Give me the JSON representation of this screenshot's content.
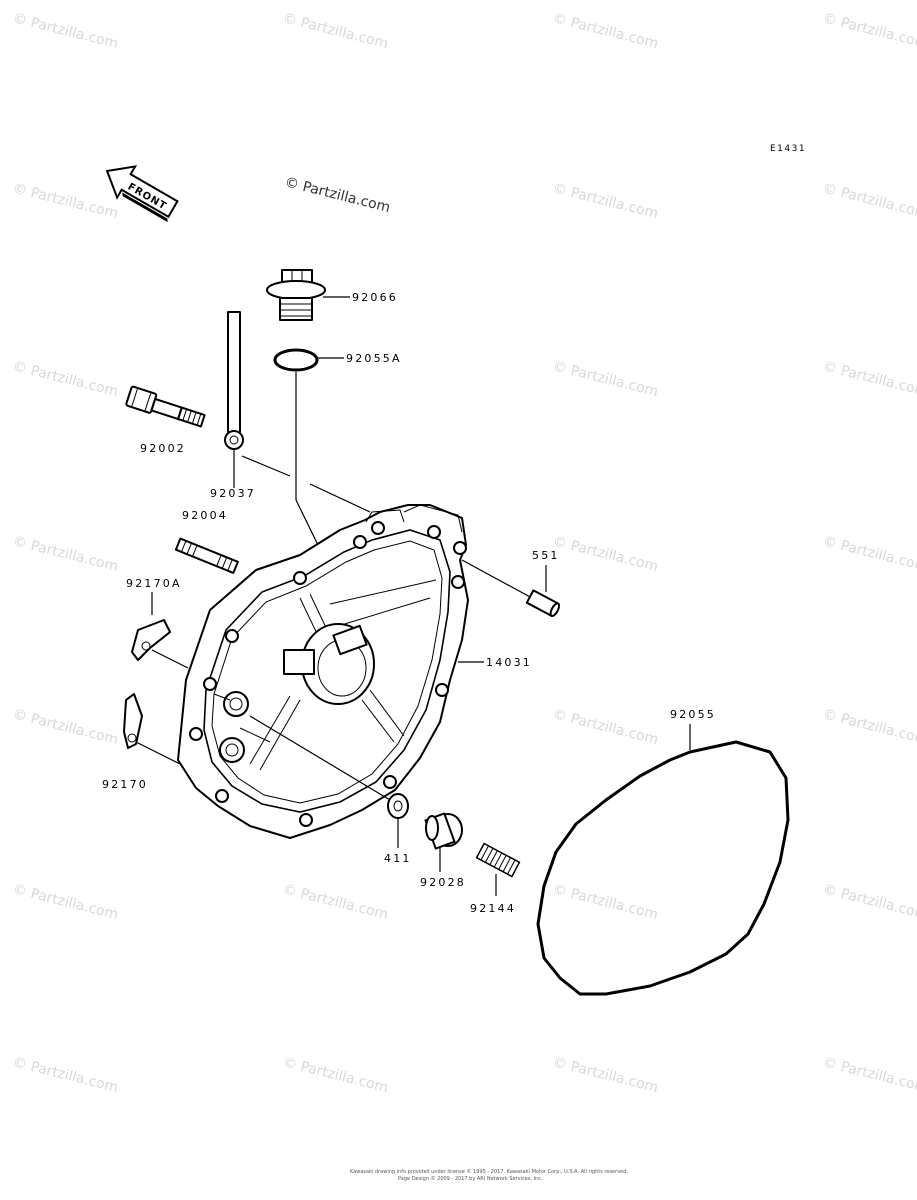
{
  "diagram_code": "E1431",
  "front_label": "FRONT",
  "watermark": "© Partzilla.com",
  "parts": {
    "p92066": "92066",
    "p92055A": "92055A",
    "p92002": "92002",
    "p92037": "92037",
    "p92004": "92004",
    "p551": "551",
    "p92170A": "92170A",
    "p14031": "14031",
    "p92055": "92055",
    "p92170": "92170",
    "p411": "411",
    "p92028": "92028",
    "p92144": "92144"
  },
  "footer": {
    "line1": "Kawasaki drawing info provided under license © 1995 - 2017. Kawasaki Motor Corp., U.S.A. All rights reserved.",
    "line2": "Page Design © 2009 - 2017 by ARI Network Services, Inc."
  }
}
